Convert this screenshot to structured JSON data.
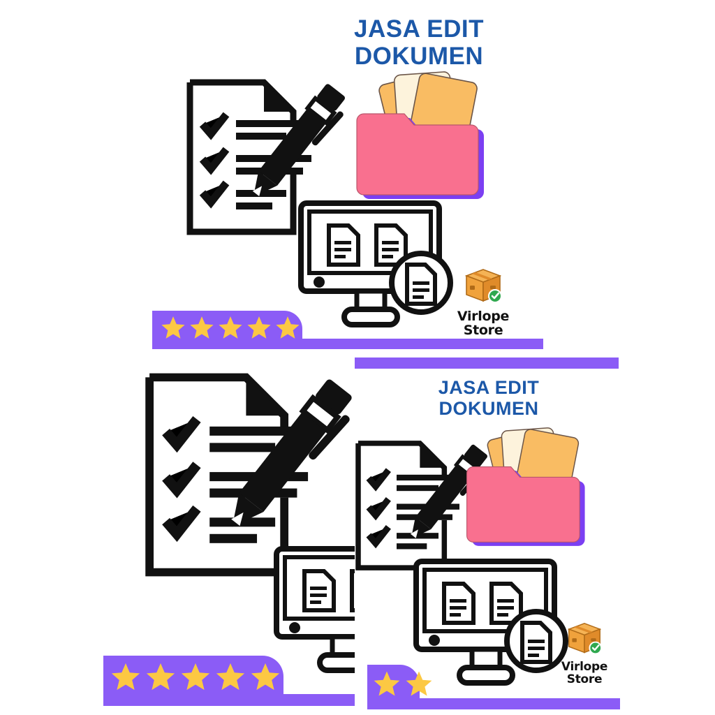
{
  "meta": {
    "canvas_background": "#ffffff"
  },
  "colors": {
    "title_blue": "#1c58a8",
    "banner_purple": "#8b5cf6",
    "star_yellow": "#fcc843",
    "folder_pink": "#f9708f",
    "folder_purple_shadow": "#7b3ff2",
    "paper_orange": "#f9bc63",
    "paper_cream": "#fdf3dc",
    "logo_box_orange": "#f0a23c",
    "logo_box_orange_dark": "#e08b2a",
    "logo_check_green": "#2fa84f",
    "line_art_black": "#111111"
  },
  "panels": [
    {
      "id": "top",
      "name": "listing-image-top",
      "title": "JASA EDIT\nDOKUMEN",
      "rating_stars": 5,
      "logo": {
        "line1": "Virlope",
        "line2": "Store",
        "icon": "package-box-icon",
        "badge": "verified-check-icon"
      },
      "graphics": [
        "checklist-pen-icon",
        "folder-documents-icon",
        "monitor-documents-icon"
      ]
    },
    {
      "id": "bottom_left",
      "name": "listing-image-bottom-left",
      "title": "",
      "rating_stars": 5,
      "graphics": [
        "checklist-pen-icon",
        "monitor-documents-icon"
      ]
    },
    {
      "id": "bottom_right",
      "name": "listing-image-bottom-right",
      "title": "JASA EDIT\nDOKUMEN",
      "rating_stars": 2,
      "logo": {
        "line1": "Virlope",
        "line2": "Store",
        "icon": "package-box-icon",
        "badge": "verified-check-icon"
      },
      "graphics": [
        "checklist-pen-icon",
        "folder-documents-icon",
        "monitor-documents-icon"
      ]
    }
  ],
  "top": {
    "title_line1": "JASA EDIT",
    "title_line2": "DOKUMEN",
    "logo_line1": "Virlope",
    "logo_line2": "Store",
    "star_count": "5"
  },
  "bottom_left": {
    "star_count": "5"
  },
  "bottom_right": {
    "title_line1": "JASA EDIT",
    "title_line2": "DOKUMEN",
    "logo_line1": "Virlope",
    "logo_line2": "Store",
    "star_count": "2"
  }
}
